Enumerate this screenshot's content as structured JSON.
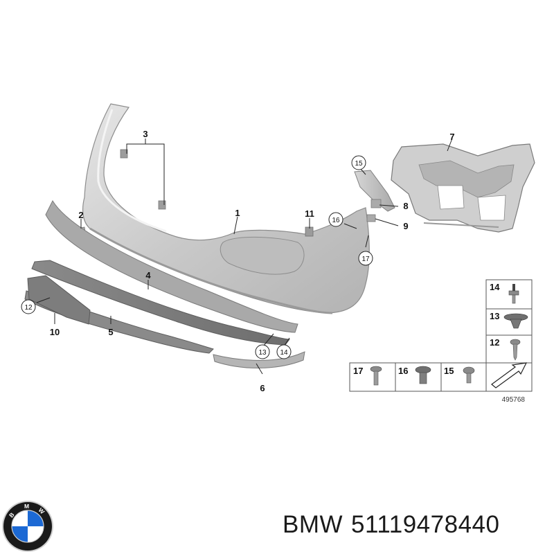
{
  "callouts": {
    "n1": "1",
    "n2": "2",
    "n3": "3",
    "n4": "4",
    "n5": "5",
    "n6": "6",
    "n7": "7",
    "n8": "8",
    "n9": "9",
    "n10": "10",
    "n11": "11"
  },
  "circled_callouts": {
    "c12": "12",
    "c13": "13",
    "c14": "14",
    "c15": "15",
    "c16": "16",
    "c17": "17"
  },
  "fastener_table": {
    "right_column": [
      "14",
      "13",
      "12"
    ],
    "bottom_row": [
      "17",
      "16",
      "15"
    ]
  },
  "diagram_reference": "495768",
  "logo": {
    "brand_letters": "BMW",
    "colors": {
      "blue": "#1c69d4",
      "ring": "#1a1a1a"
    }
  },
  "caption": {
    "brand": "BMW",
    "part_number": "51119478440"
  }
}
